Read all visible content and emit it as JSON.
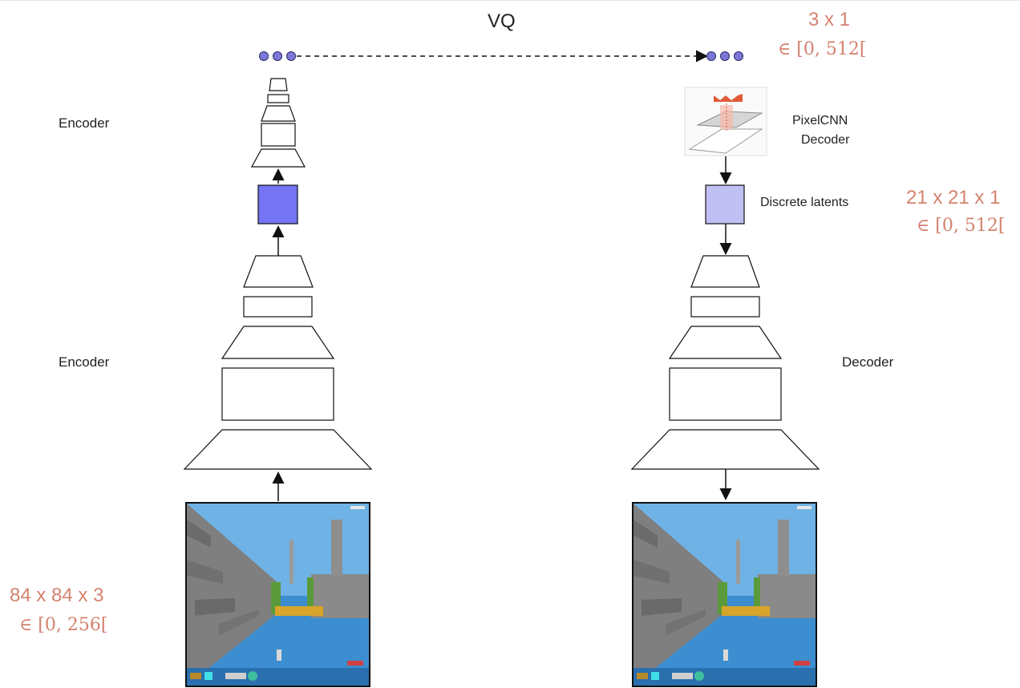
{
  "title": "VQ",
  "top_shape": {
    "dims": "3 x 1",
    "range": "∈ [0, 512["
  },
  "latent_shape": {
    "dims": "21 x 21 x 1",
    "range": "∈ [0, 512["
  },
  "input_shape": {
    "dims": "84 x 84 x 3",
    "range": "∈ [0, 256["
  },
  "labels": {
    "top_encoder": "Encoder",
    "bottom_encoder": "Encoder",
    "decoder": "Decoder",
    "pixelcnn_line1": "PixelCNN",
    "pixelcnn_line2": "Decoder",
    "discrete_latents": "Discrete latents"
  },
  "colors": {
    "vq_dot": "#7b78d8",
    "encoder_latent": "#7474f4",
    "decoder_latent": "#c0c0f4",
    "dim_text": "#d4826f",
    "sky": "#6fb2e6",
    "water": "#3c8ed0",
    "wall": "#7f7f7f",
    "floor_stripe": "#d8a42a"
  }
}
